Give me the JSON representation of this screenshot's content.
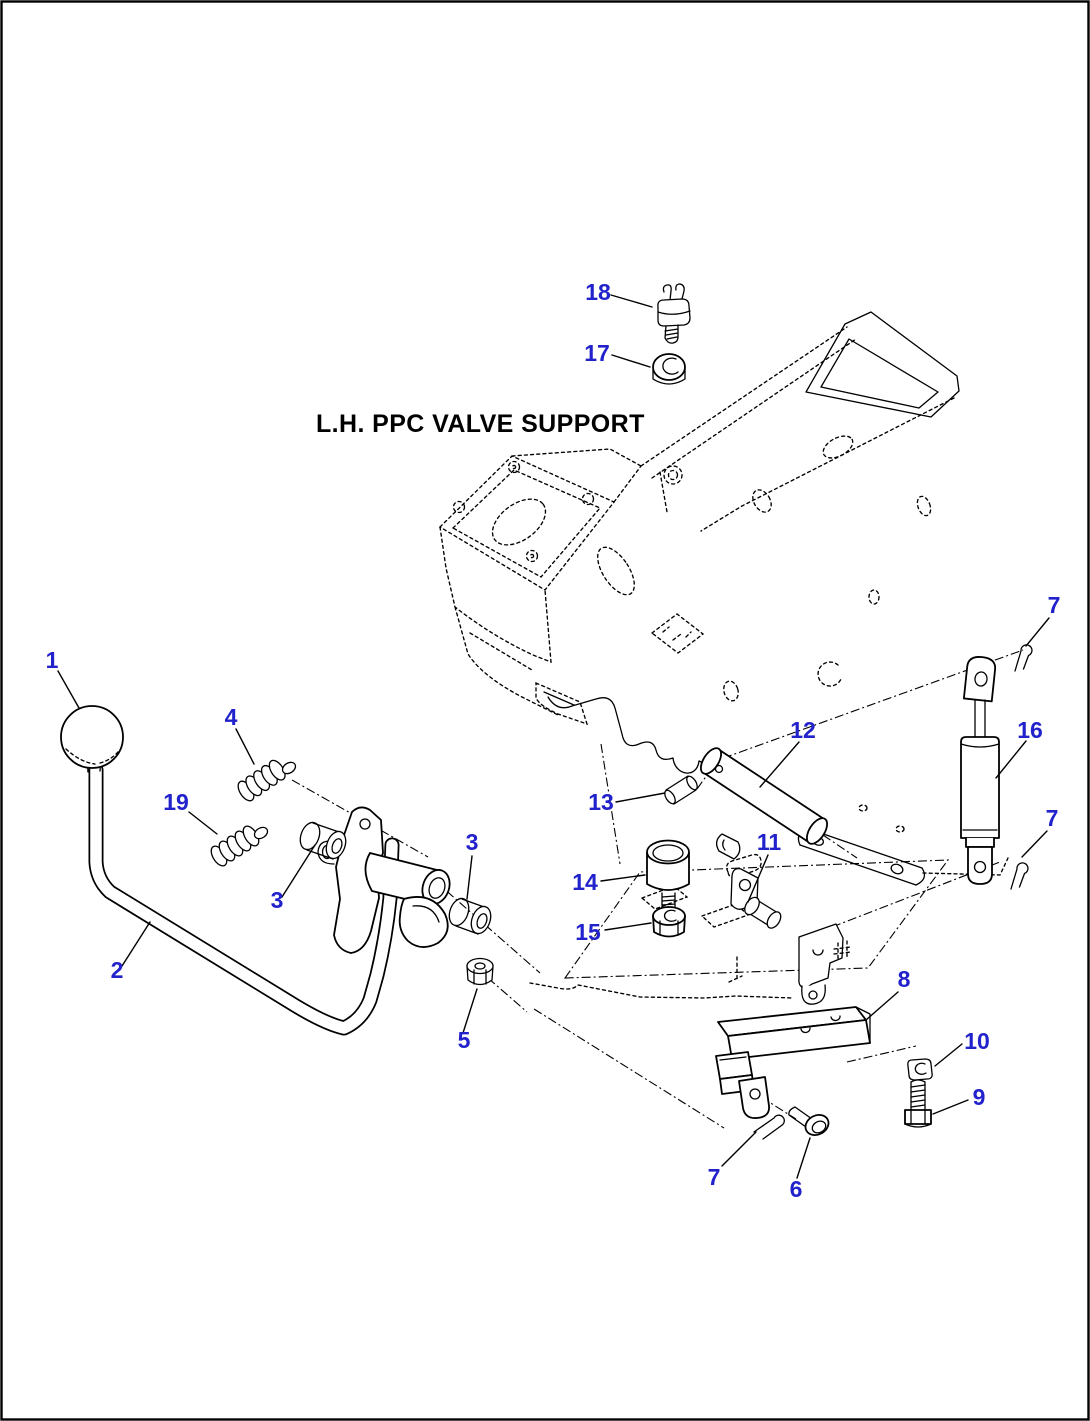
{
  "figure": {
    "title": "L.H. PPC VALVE SUPPORT",
    "type": "exploded-parts-diagram",
    "colors": {
      "background": "#FFFFFF",
      "line": "#000000",
      "callout": "#2222CC",
      "border": "#000000"
    },
    "callouts": {
      "c1": "1",
      "c2": "2",
      "c3_left": "3",
      "c3_right": "3",
      "c4": "4",
      "c5": "5",
      "c6": "6",
      "c7_top": "7",
      "c7_mid": "7",
      "c7_bottom": "7",
      "c8": "8",
      "c9": "9",
      "c10": "10",
      "c11": "11",
      "c12": "12",
      "c13": "13",
      "c14": "14",
      "c15": "15",
      "c16": "16",
      "c17": "17",
      "c18": "18",
      "c19": "19"
    }
  }
}
